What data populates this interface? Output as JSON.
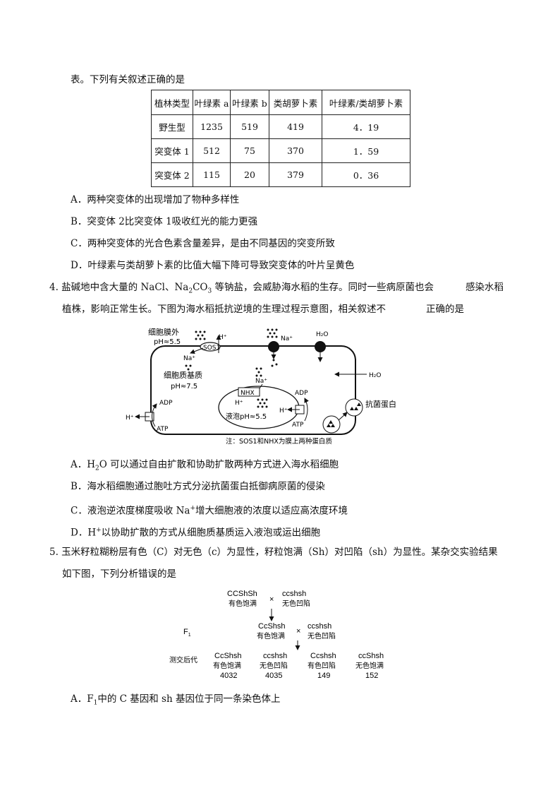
{
  "q3": {
    "intro": "表。下列有关叙述正确的是",
    "table": {
      "headers": [
        "植林类型",
        "叶绿素 a",
        "叶绿素 b",
        "类胡萝卜素",
        "叶绿素/类胡萝卜素"
      ],
      "rows": [
        [
          "野生型",
          "1235",
          "519",
          "419",
          "4．19"
        ],
        [
          "突变体 1",
          "512",
          "75",
          "370",
          "1．59"
        ],
        [
          "突变体 2",
          "115",
          "20",
          "379",
          "0．36"
        ]
      ]
    },
    "options": {
      "a": "A．两种突变体的出现增加了物种多样性",
      "b": "B．突变体 2比突变体 1吸收红光的能力更强",
      "c": "C．两种突变体的光合色素含量差异，是由不同基因的突变所致",
      "d": "D．叶绿素与类胡萝卜素的比值大幅下降可导致突变体的叶片呈黄色"
    }
  },
  "q4": {
    "line1_prefix": "4.  盐碱地中含大量的 NaCl、Na",
    "line1_sub": "2",
    "line1_mid": "CO",
    "line1_sub2": "3",
    "line1_suffix": " 等钠盐，会威胁海水稻的生存。同时一些病原菌也会",
    "line1_tail": "感染水稻",
    "line2_prefix": "植株，影响正常生长。下图为海水稻抵抗逆境的生理过程示意图，相关叙述不",
    "line2_tail": "正确的是",
    "diagram": {
      "outside_label": "细胞膜外",
      "outside_ph": "pH≈5.5",
      "cytoplasm_label": "细胞质基质",
      "cytoplasm_ph": "pH≈7.5",
      "sos1": "SOS1",
      "nhx": "NHX",
      "vacuole_ph": "液泡pH≈5.5",
      "na": "Na⁺",
      "h": "H⁺",
      "h2o": "H₂O",
      "adp": "ADP",
      "atp": "ATP",
      "antibacterial": "抗菌蛋白",
      "note": "注：SOS1和NHX为膜上两种蛋白质"
    },
    "options": {
      "a_prefix": "A．H",
      "a_sub": "2",
      "a_suffix": "O 可以通过自由扩散和协助扩散两种方式进入海水稻细胞",
      "b": "B．海水稻细胞通过胞吐方式分泌抗菌蛋白抵御病原菌的侵染",
      "c_prefix": "C．液泡逆浓度梯度吸收 Na",
      "c_sup": "+",
      "c_suffix": "增大细胞液的浓度以适应高浓度环境",
      "d_prefix": "D．H",
      "d_sup": "+",
      "d_suffix": "以协助扩散的方式从细胞质基质运入液泡或运出细胞"
    }
  },
  "q5": {
    "line1": "5.  玉米籽粒糊粉层有色（C）对无色（c）为显性，籽粒饱满（Sh）对凹陷（sh）为显性。某杂交实验结果",
    "line2": "如下图，下列分析错误的是",
    "cross": {
      "p1_genotype": "CCShSh",
      "p1_phenotype": "有色饱满",
      "p2_genotype": "ccshsh",
      "p2_phenotype": "无色凹陷",
      "times": "×",
      "f1_label": "F",
      "f1_sub": "1",
      "f1_genotype": "CcShsh",
      "f1_phenotype": "有色饱满",
      "f1_mate_genotype": "ccshsh",
      "f1_mate_phenotype": "无色凹陷",
      "offspring_label": "测交后代",
      "offspring": [
        {
          "genotype": "CcShsh",
          "phenotype": "有色饱满",
          "count": "4032"
        },
        {
          "genotype": "ccshsh",
          "phenotype": "无色凹陷",
          "count": "4035"
        },
        {
          "genotype": "Ccshsh",
          "phenotype": "有色凹陷",
          "count": "149"
        },
        {
          "genotype": "ccShsh",
          "phenotype": "无色饱满",
          "count": "152"
        }
      ]
    },
    "option_a_prefix": "A．F",
    "option_a_sub": "1",
    "option_a_suffix": "中的 C 基因和 sh 基因位于同一条染色体上"
  }
}
